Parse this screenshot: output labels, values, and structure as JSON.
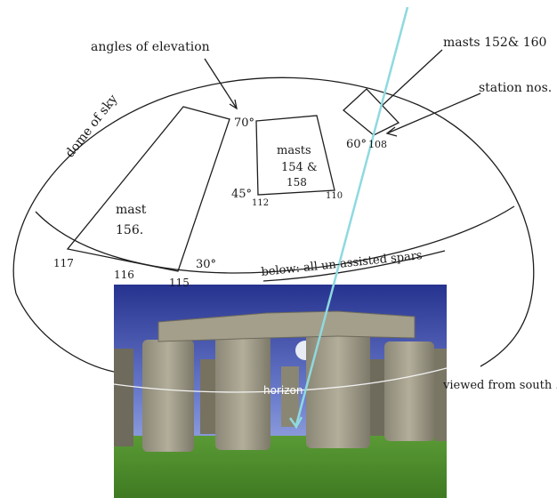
{
  "labels": {
    "angles_of_elevation": "angles of elevation",
    "masts_152_160": "masts 152& 160",
    "station_nos": "station nos.",
    "dome_of_sky": "dome of sky",
    "deg_70": "70°",
    "deg_60": "60°",
    "deg_45": "45°",
    "deg_30": "30°",
    "masts_154_158_line1": "masts",
    "masts_154_158_line2": "154 &",
    "masts_154_158_line3": "158",
    "mast_156_line1": "mast",
    "mast_156_line2": "156.",
    "station_108": "108",
    "station_110": "110",
    "station_112": "112",
    "station_115": "115",
    "station_116": "116",
    "station_117": "117",
    "below_spars": "below: all un-assisted spars",
    "horizon": "horizon",
    "viewed_from_south": "viewed from south ."
  },
  "colors": {
    "sightline": "#8fd9e0",
    "sky_top": "#2a3a9c",
    "sky_bottom": "#a9b8e6",
    "grass": "#4f8f2e",
    "stone": "#9b9786",
    "sketch": "#1e1e1e"
  }
}
